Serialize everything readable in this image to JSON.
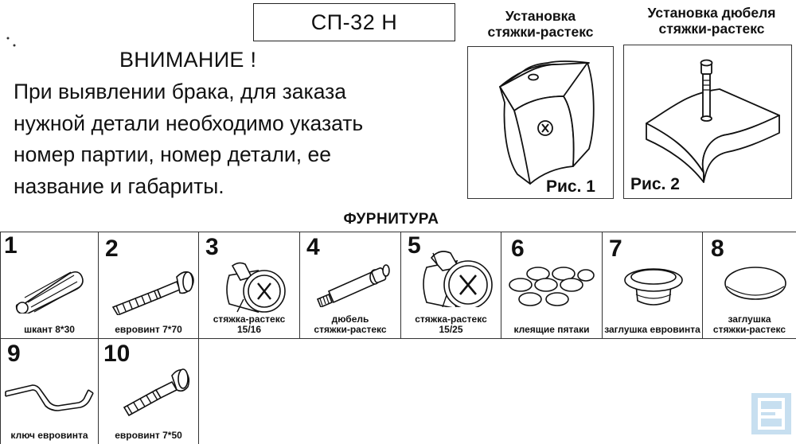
{
  "doc": {
    "title": "СП-32 Н",
    "warning": {
      "heading": "ВНИМАНИЕ !",
      "lines": [
        "При выявлении брака, для заказа",
        "нужной детали необходимо указать",
        "номер партии, номер детали, ее",
        "название и габариты."
      ]
    },
    "figures": [
      {
        "caption_l1": "Установка",
        "caption_l2": "стяжки-растекс",
        "label": "Рис. 1"
      },
      {
        "caption_l1": "Установка дюбеля",
        "caption_l2": "стяжки-растекс",
        "label": "Рис. 2"
      }
    ],
    "section_title": "ФУРНИТУРА",
    "parts": [
      {
        "num": "1",
        "l1": "шкант 8*30",
        "l2": ""
      },
      {
        "num": "2",
        "l1": "евровинт 7*70",
        "l2": ""
      },
      {
        "num": "3",
        "l1": "стяжка-растекс",
        "l2": "15/16"
      },
      {
        "num": "4",
        "l1": "дюбель",
        "l2": "стяжки-растекс"
      },
      {
        "num": "5",
        "l1": "стяжка-растекс",
        "l2": "15/25"
      },
      {
        "num": "6",
        "l1": "клеящие пятаки",
        "l2": ""
      },
      {
        "num": "7",
        "l1": "заглушка евровинта",
        "l2": ""
      },
      {
        "num": "8",
        "l1": "заглушка",
        "l2": "стяжки-растекс"
      },
      {
        "num": "9",
        "l1": "ключ евровинта",
        "l2": ""
      },
      {
        "num": "10",
        "l1": "евровинт 7*50",
        "l2": ""
      }
    ]
  }
}
